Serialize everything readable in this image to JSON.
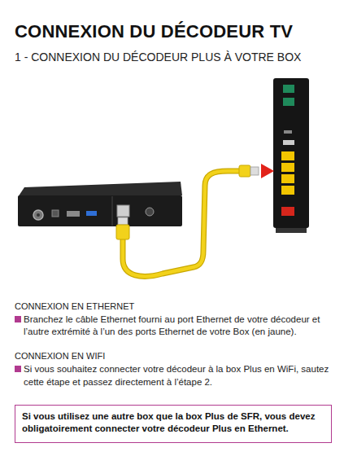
{
  "diagram": {
    "title": "CONNEXION DU DÉCODEUR TV",
    "nodes": [
      {
        "text": [
          "Si vous utilisez une autre box que la box Plus de SFR, vous devez obligatoirement connecter votre décodeur Plus en Ethernet."
        ]
      }
    ],
    "labels": [
      "1 - CONNEXION DU DÉCODEUR PLUS À VOTRE BOX",
      "CONNEXION EN ETHERNET",
      "Branchez le câble Ethernet fourni au port Ethernet de votre décodeur et l’autre extrémité à l’un des ports Ethernet de votre Box (en jaune).",
      "CONNEXION EN WIFI",
      "Si vous souhaitez connecter votre décodeur à la box Plus en WiFi, sautez cette étape et passez directement à l’étape 2."
    ]
  }
}
